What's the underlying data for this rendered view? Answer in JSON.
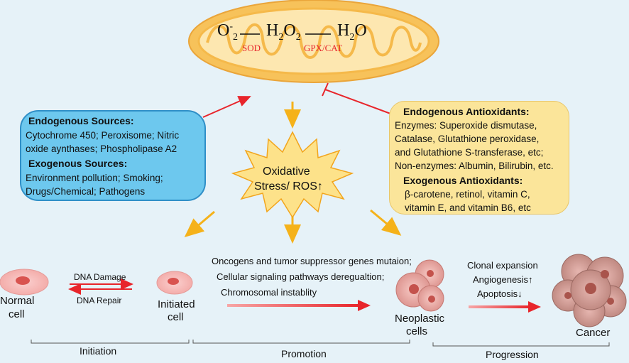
{
  "reaction": {
    "superoxide": "O",
    "superoxide_sup": "-",
    "superoxide_sub": "2",
    "h2o2_main": "H",
    "h2o2_sub1": "2",
    "h2o2_o": "O",
    "h2o2_sub2": "2",
    "water_h": "H",
    "water_sub": "2",
    "water_o": "O",
    "enzyme1": "SOD",
    "enzyme2": "GPX/CAT"
  },
  "sources": {
    "endogenous_title": "Endogenous Sources:",
    "endogenous_lines": [
      "Cytochrome 450; Peroxisome; Nitric",
      "oxide aynthases; Phospholipase A2"
    ],
    "exogenous_title": "Exogenous Sources:",
    "exogenous_lines": [
      "Environment pollution; Smoking;",
      "Drugs/Chemical; Pathogens"
    ]
  },
  "antioxidants": {
    "endogenous_title": "Endogenous Antioxidants:",
    "endogenous_lines": [
      "Enzymes: Superoxide dismutase,",
      "Catalase, Glutathione peroxidase,",
      "and Glutathione S-transferase, etc;",
      "Non-enzymes: Albumin, Bilirubin, etc."
    ],
    "exogenous_title": "Exogenous Antioxidants:",
    "exogenous_lines": [
      "β-carotene, retinol, vitamin C,",
      "vitamin E, and vitamin B6, etc"
    ]
  },
  "stress": {
    "line1": "Oxidative",
    "line2": "Stress/ ROS↑"
  },
  "stages": {
    "normal_cell": [
      "Normal",
      "cell"
    ],
    "initiated_cell": [
      "Initiated",
      "cell"
    ],
    "neoplastic_cells": [
      "Neoplastic",
      "cells"
    ],
    "cancer": "Cancer",
    "dna_damage": "DNA Damage",
    "dna_repair": "DNA Repair",
    "promotion_notes": [
      "Oncogens and tumor suppressor genes mutaion;",
      "Cellular signaling pathways deregualtion;",
      "Chromosomal instablity"
    ],
    "progression_notes": [
      "Clonal expansion",
      "Angiogenesis↑",
      "Apoptosis↓"
    ],
    "phase_initiation": "Initiation",
    "phase_promotion": "Promotion",
    "phase_progression": "Progression"
  },
  "colors": {
    "background": "#e6f2f8",
    "mito_outer": "#f7c25a",
    "mito_inner": "#fde7b0",
    "sources_box": "#6dc8ee",
    "antioxidant_box": "#fbe59a",
    "star": "#fde28a",
    "red_arrow": "#e8252b",
    "orange_arrow": "#f5b21a"
  }
}
